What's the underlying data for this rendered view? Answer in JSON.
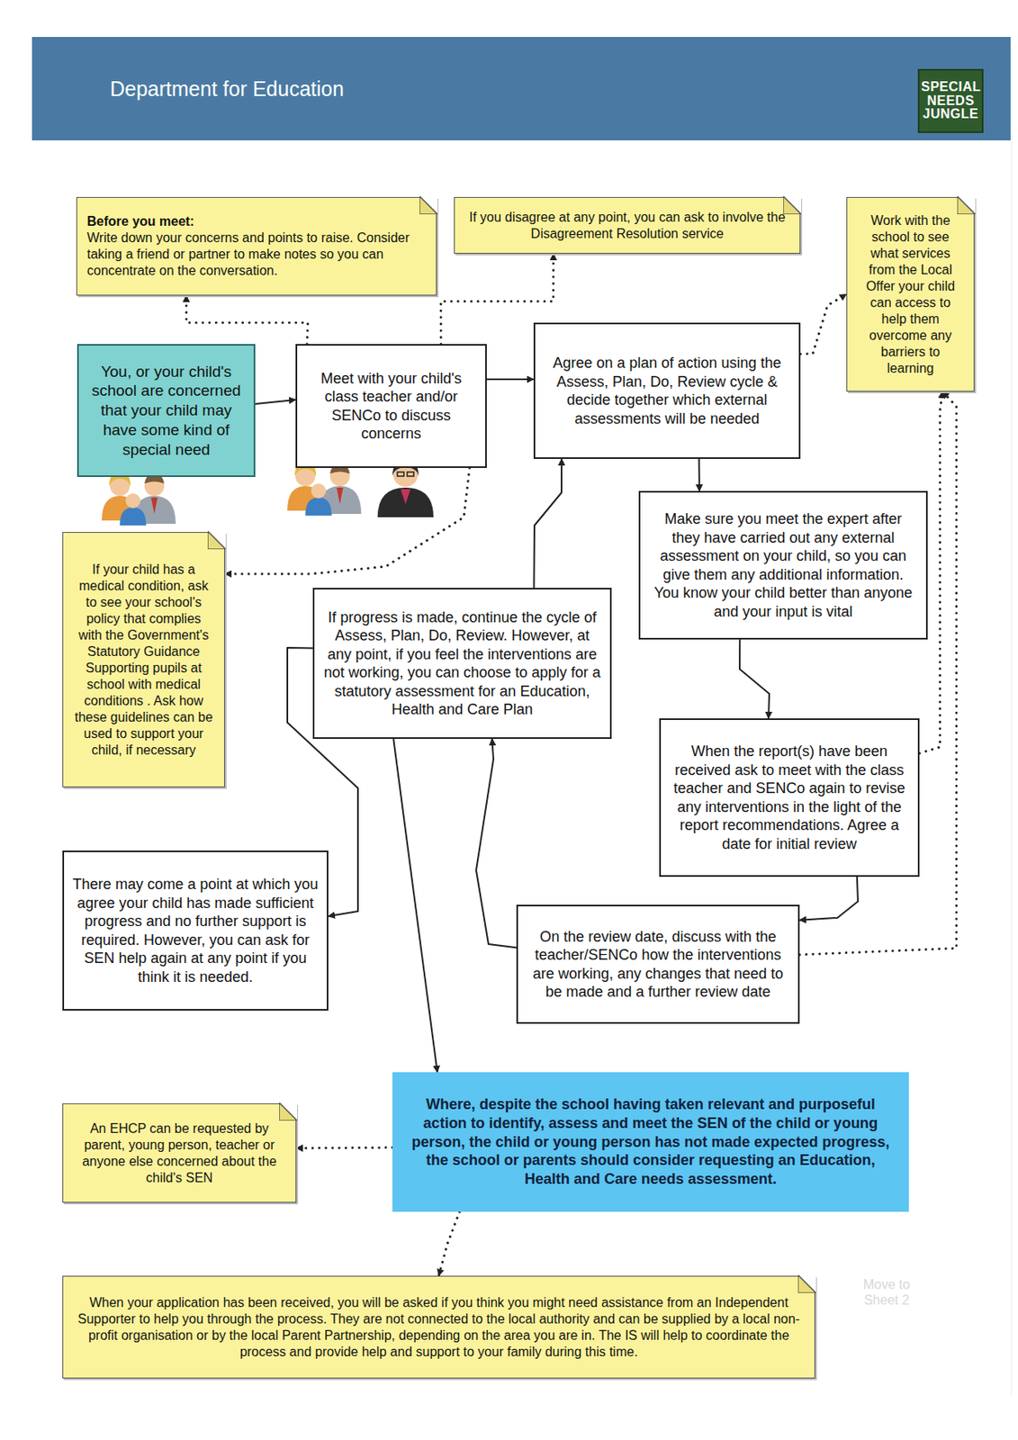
{
  "diagram": {
    "nodes": [
      {
        "text": [
          "Department for Education"
        ]
      },
      {
        "text": [
          "SPECIAL NEEDS JUNGLE"
        ],
        "in": 0
      },
      {
        "text": [
          "Before you meet:",
          "Write down your concerns and points to raise. Consider taking a friend or partner to make notes so you can concentrate on the conversation."
        ]
      },
      {
        "text": [
          "If you disagree at any point, you can ask to involve the Disagreement Resolution service"
        ]
      },
      {
        "text": [
          "Work with the school to see what services from the Local Offer your child can access to help them overcome any barriers to learning"
        ]
      },
      {
        "text": [
          "You, or your child's school are concerned that your child may have some kind of special need"
        ]
      },
      {
        "text": [
          "Meet with your child's class teacher and/or SENCo to discuss concerns"
        ]
      },
      {
        "text": [
          "Agree on a plan of action using the Assess, Plan, Do, Review cycle & decide together which external assessments will be needed"
        ]
      },
      {
        "text": [
          "If your child has a medical condition, ask to see your school's policy that complies with the Government's Statutory Guidance Supporting pupils at school with medical conditions . Ask how these guidelines can be used to support your child, if necessary"
        ]
      },
      {
        "text": [
          "If progress is made, continue the cycle of Assess, Plan, Do, Review. However, at any point, if you feel the interventions are not working, you can choose to apply for a statutory assessment for an Education, Health and Care Plan"
        ]
      },
      {
        "text": [
          "Make sure you meet the expert after they have carried out any external assessment on your child, so you can give them any additional information. You know your child better than anyone and your input is vital"
        ]
      },
      {
        "text": [
          "When the report(s) have been received ask to meet with the class teacher and SENCo again to revise any interventions in the light of the report recommendations. Agree a date for initial review"
        ]
      },
      {
        "text": [
          "There may come a point at which you agree your child has made sufficient progress and no further support is required. However, you can ask for SEN help again at any point if you think it is needed."
        ]
      },
      {
        "text": [
          "On the review date, discuss with the teacher/SENCo how the interventions are working, any changes that need to be made and a further review date"
        ]
      },
      {
        "text": [
          "An EHCP can be requested by parent, young person, teacher or anyone else concerned about the child's SEN"
        ]
      },
      {
        "text": [
          "Where, despite the school having taken relevant and purposeful action to identify, assess and meet the SEN of the child or young person, the child or young person has not made expected progress, the school or parents should consider requesting an Education, Health and Care needs assessment."
        ]
      },
      {
        "text": [
          "When your application has been received, you will be asked if you think you might need assistance from an Independent Supporter to help you through the process. They are not connected to the local authority and can be supplied by a local non-profit organisation or by the local Parent Partnership, depending on the area you are in. The IS will help to coordinate the process and provide help and support to your family during this time."
        ]
      }
    ],
    "edges": [
      {
        "from": 5,
        "to": 6,
        "arrow": "to"
      },
      {
        "from": 6,
        "to": 2,
        "arrow": "to"
      },
      {
        "from": 6,
        "to": 3,
        "arrow": "to"
      },
      {
        "from": 6,
        "to": 7,
        "arrow": "to"
      },
      {
        "from": 6,
        "to": 8,
        "arrow": "to"
      },
      {
        "from": 7,
        "to": 4,
        "arrow": "to"
      },
      {
        "from": 7,
        "to": 10,
        "arrow": "to"
      },
      {
        "from": 10,
        "to": 11,
        "arrow": "to"
      },
      {
        "from": 11,
        "to": 13,
        "arrow": "to"
      },
      {
        "from": 11,
        "to": 4,
        "arrow": "to"
      },
      {
        "from": 13,
        "to": 4,
        "arrow": "to"
      },
      {
        "from": 13,
        "to": 9,
        "arrow": "to"
      },
      {
        "from": 9,
        "to": 7,
        "arrow": "to"
      },
      {
        "from": 9,
        "to": 12,
        "arrow": "to"
      },
      {
        "from": 9,
        "to": 15,
        "arrow": "to"
      },
      {
        "from": 15,
        "to": 14,
        "arrow": "to"
      },
      {
        "from": 15,
        "to": 16,
        "arrow": "to"
      }
    ],
    "labels": [
      "Move to Sheet 2"
    ]
  }
}
